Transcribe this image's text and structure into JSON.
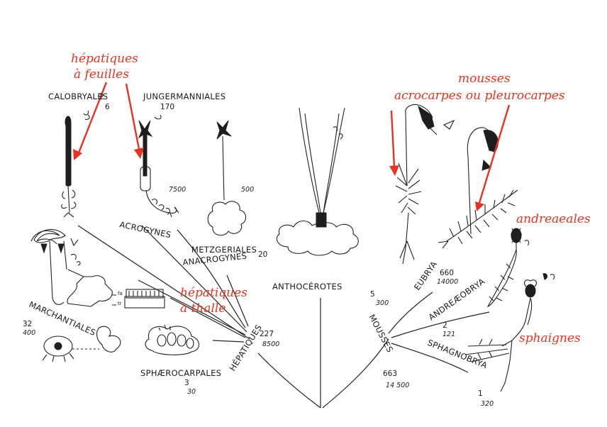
{
  "annotations": {
    "hepatiques_feuilles_1": "hépatiques",
    "hepatiques_feuilles_2": "à feuilles",
    "mousses_1": "mousses",
    "mousses_2": "acrocarpes ou pleurocarpes",
    "andreaeales": "andreaeales",
    "hepatiques_thalle_1": "hépatiques",
    "hepatiques_thalle_2": "à thalle",
    "sphaignes": "sphaignes"
  },
  "groups": {
    "calobryales": {
      "name": "CALOBRYALES",
      "n1": "2",
      "n2": "6"
    },
    "jungermanniales": {
      "name": "JUNGERMANNIALES",
      "n1": "170",
      "n2": "7500"
    },
    "metzgeriales": {
      "name": "METZGERIALES",
      "n1": "20",
      "n2": "500"
    },
    "acrogynes": "ACROGYNES",
    "anacrogynes": "ANACROGYNES",
    "marchantiales": {
      "name": "MARCHANTIALES",
      "n1": "32",
      "n2": "400"
    },
    "sphaerocarpales": {
      "name": "SPHÆROCARPALES",
      "n1": "3",
      "n2": "30"
    },
    "hepatiques": {
      "name": "HÉPATIQUES",
      "n1": "227",
      "n2": "8500"
    },
    "anthocerotes": {
      "name": "ANTHOCÉROTES",
      "n1": "5",
      "n2": "300"
    },
    "mousses": {
      "name": "MOUSSES",
      "n1": "663",
      "n2": "14 500"
    },
    "eubrya": {
      "name": "EUBRYA",
      "n1": "660",
      "n2": "14000"
    },
    "andreaeobrya": {
      "name": "ANDREÆOBRYA",
      "n1": "2",
      "n2": "121"
    },
    "sphagnobrya": {
      "name": "SPHAGNOBRYA",
      "n1": "1",
      "n2": "320"
    }
  },
  "thallus_labels": {
    "fa": "fa",
    "tr": "tr"
  }
}
